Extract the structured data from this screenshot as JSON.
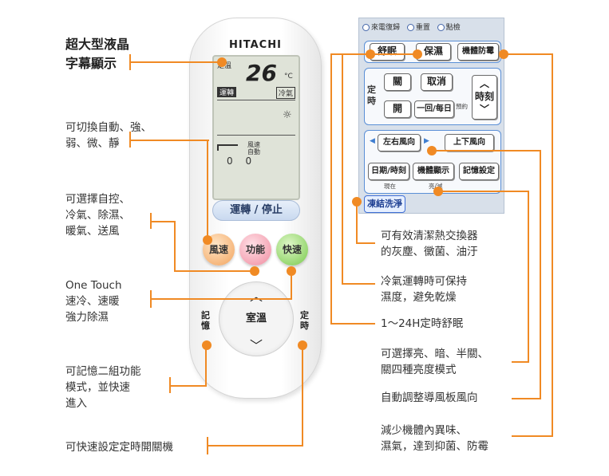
{
  "remote": {
    "brand": "HITACHI",
    "lcd": {
      "temp": "26",
      "unit": "°C",
      "label_top": "定溫",
      "mode_run": "運轉",
      "mode_cool": "冷氣",
      "fan_label": "風速",
      "fan_auto": "自動",
      "digits": "0 0"
    },
    "run_stop": "運轉 / 停止",
    "btn_fan": "風速",
    "btn_func": "功能",
    "btn_fast": "快速",
    "btn_temp": "室溫",
    "side_memory": "記憶",
    "side_timer": "定時"
  },
  "panel": {
    "top": [
      "來電復歸",
      "重置",
      "點檢"
    ],
    "sleep": "舒眠",
    "dehum": "保濕",
    "mold": "機體防霉",
    "timer_label": "定時",
    "off": "關",
    "cancel": "取消",
    "on": "開",
    "once_daily": "一回/每日",
    "clock_time": "時刻",
    "daily_tag": "預約",
    "lr_swing": "左右風向",
    "ud_swing": "上下風向",
    "date_time": "日期/時刻",
    "display": "機體顯示",
    "memory_set": "記憶設定",
    "now_tag": "現在",
    "bright_tag": "亮/滅",
    "freeze": "凍結洗淨"
  },
  "notes": {
    "lcd": "超大型液晶\n字幕顯示",
    "fan": "可切換自動、強、\n弱、微、靜",
    "func": "可選擇自控、\n冷氣、除濕、\n暖氣、送風",
    "onetouch": "One Touch\n速冷、速暖\n強力除濕",
    "memory": "可記憶二組功能\n模式，並快速\n進入",
    "timer": "可快速設定定時開關機",
    "freeze": "可有效清潔熱交換器\n的灰塵、黴菌、油汙",
    "dehum": "冷氣運轉時可保持\n濕度，避免乾燥",
    "sleep": "1～24H定時舒眠",
    "display": "可選擇亮、暗、半關、\n關四種亮度模式",
    "swing": "自動調整導風板風向",
    "mold": "減少機體內異味、\n濕氣，達到抑菌、防霉"
  }
}
